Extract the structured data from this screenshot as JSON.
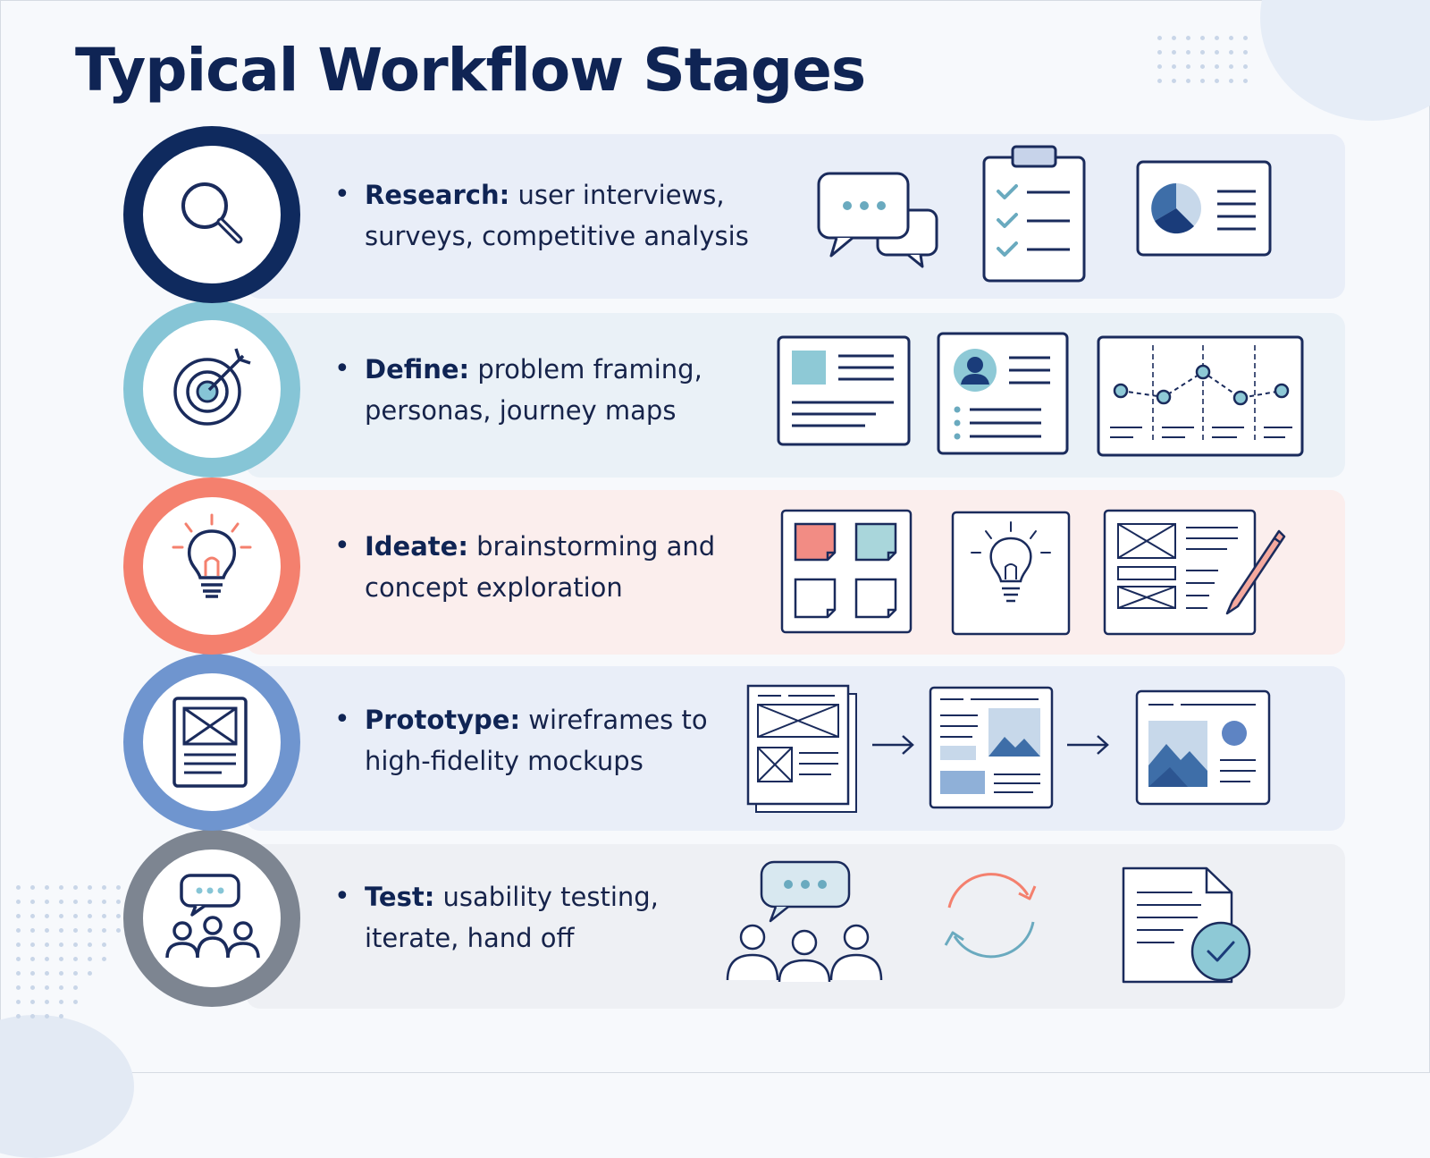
{
  "title": "Typical Workflow Stages",
  "colors": {
    "research": "#0f2a5e",
    "define": "#86c5d6",
    "ideate": "#f4806e",
    "prototype": "#6f95cf",
    "test": "#7d8591",
    "navy": "#1a2b5c"
  },
  "stages": [
    {
      "name": "Research:",
      "desc_line1": "user interviews,",
      "desc_line2": "surveys, competitive analysis",
      "icon": "magnifier-icon",
      "illustrations": [
        "chat-bubbles-icon",
        "checklist-clipboard-icon",
        "pie-chart-report-icon"
      ]
    },
    {
      "name": "Define:",
      "desc_line1": "problem framing,",
      "desc_line2": "personas, journey maps",
      "icon": "target-icon",
      "illustrations": [
        "problem-card-icon",
        "persona-card-icon",
        "journey-map-icon"
      ]
    },
    {
      "name": "Ideate:",
      "desc_line1": "brainstorming and",
      "desc_line2": "concept exploration",
      "icon": "lightbulb-icon",
      "illustrations": [
        "sticky-notes-icon",
        "idea-bulb-card-icon",
        "sketch-wireframe-icon"
      ]
    },
    {
      "name": "Prototype:",
      "desc_line1": "wireframes to",
      "desc_line2": "high-fidelity mockups",
      "icon": "wireframe-icon",
      "illustrations": [
        "low-fi-wireframe-icon",
        "mid-fi-wireframe-icon",
        "hi-fi-mockup-icon"
      ]
    },
    {
      "name": "Test:",
      "desc_line1": "usability testing,",
      "desc_line2": "iterate, hand off",
      "icon": "user-group-chat-icon",
      "illustrations": [
        "users-feedback-icon",
        "iterate-cycle-icon",
        "handoff-document-icon"
      ]
    }
  ]
}
